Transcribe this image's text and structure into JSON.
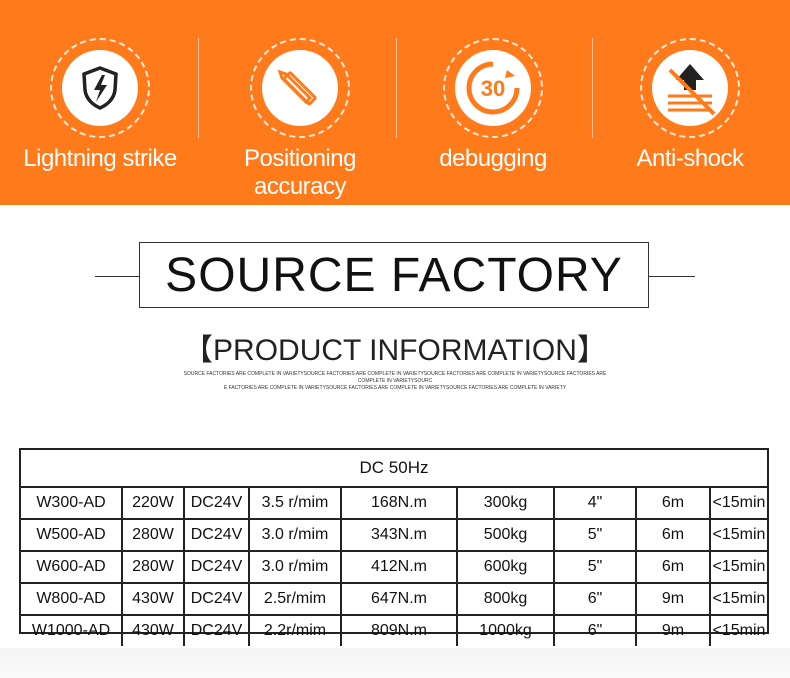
{
  "features": [
    {
      "label": "Lightning strike",
      "icon": "lightning-shield-icon"
    },
    {
      "label": "Positioning accuracy",
      "icon": "pencil-ruler-icon"
    },
    {
      "label": "debugging",
      "icon": "thirty-timer-icon"
    },
    {
      "label": "Anti-shock",
      "icon": "anti-shock-icon"
    }
  ],
  "heading": {
    "title": "SOURCE FACTORY",
    "subtitle": "【PRODUCT INFORMATION】",
    "fine_print_1": "SOURCE FACTORIES ARE COMPLETE IN VARIETYSOURCE FACTORIES ARE COMPLETE IN VARIETYSOURCE FACTORIES ARE COMPLETE IN VARIETYSOURCE FACTORIES ARE COMPLETE IN VARIETYSOURC",
    "fine_print_2": "E FACTORIES ARE COMPLETE IN VARIETYSOURCE FACTORIES ARE COMPLETE IN VARIETYSOURCE FACTORIES ARE COMPLETE IN VARIETY"
  },
  "table": {
    "header": "DC 50Hz",
    "rows": [
      [
        "W300-AD",
        "220W",
        "DC24V",
        "3.5 r/mim",
        "168N.m",
        "300kg",
        "4\"",
        "6m",
        "<15min"
      ],
      [
        "W500-AD",
        "280W",
        "DC24V",
        "3.0 r/mim",
        "343N.m",
        "500kg",
        "5\"",
        "6m",
        "<15min"
      ],
      [
        "W600-AD",
        "280W",
        "DC24V",
        "3.0 r/mim",
        "412N.m",
        "600kg",
        "5\"",
        "6m",
        "<15min"
      ],
      [
        "W800-AD",
        "430W",
        "DC24V",
        "2.5r/mim",
        "647N.m",
        "800kg",
        "6\"",
        "9m",
        "<15min"
      ],
      [
        "W1000-AD",
        "430W",
        "DC24V",
        "2.2r/mim",
        "809N.m",
        "1000kg",
        "6\"",
        "9m",
        "<15min"
      ]
    ]
  },
  "colors": {
    "banner": "#ff7a1a",
    "icon": "#ff7a1a",
    "text": "#111111"
  }
}
